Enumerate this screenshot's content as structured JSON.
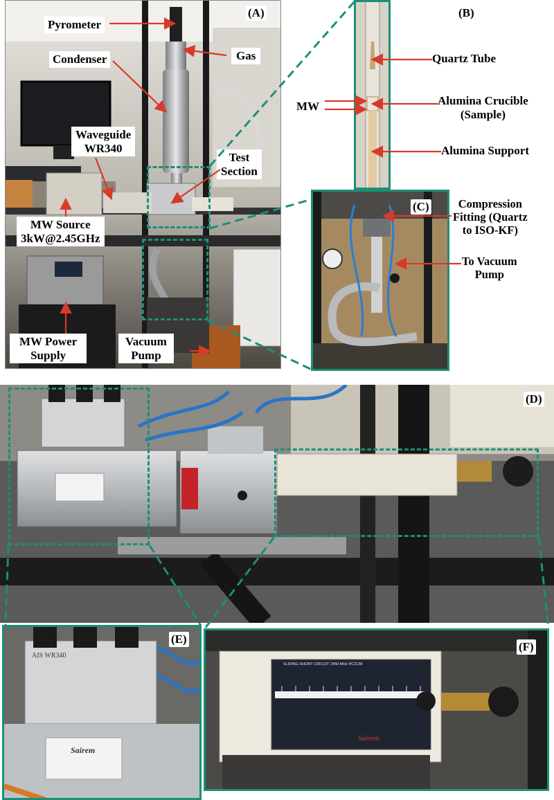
{
  "figure": {
    "panel_labels": {
      "a": "(A)",
      "b": "(B)",
      "c": "(C)",
      "d": "(D)",
      "e": "(E)",
      "f": "(F)"
    },
    "panel_a": {
      "pyrometer": "Pyrometer",
      "condenser": "Condenser",
      "gas": "Gas",
      "waveguide_line1": "Waveguide",
      "waveguide_line2": "WR340",
      "test_line1": "Test",
      "test_line2": "Section",
      "mw_source_line1": "MW Source",
      "mw_source_line2": "3kW@2.45GHz",
      "mw_power_line1": "MW Power",
      "mw_power_line2": "Supply",
      "vacuum_line1": "Vacuum",
      "vacuum_line2": "Pump"
    },
    "panel_b": {
      "quartz_tube": "Quartz Tube",
      "mw": "MW",
      "crucible_line1": "Alumina Crucible",
      "crucible_line2": "(Sample)",
      "support": "Alumina Support"
    },
    "panel_c": {
      "compression_line1": "Compression",
      "compression_line2": "Fitting (Quartz",
      "compression_line3": "to ISO-KF)",
      "vacuum_line1": "To Vacuum",
      "vacuum_line2": "Pump"
    },
    "device_text": {
      "ais_label": "AIS WR340",
      "brand": "Sairem",
      "tuner_title": "SLIDING SHORT CIRCUIT   2450 MHz   PC2138"
    },
    "colors": {
      "accent_frame": "#1b8f77",
      "arrow": "#d73a2a",
      "label_bg": "#ffffff"
    }
  }
}
